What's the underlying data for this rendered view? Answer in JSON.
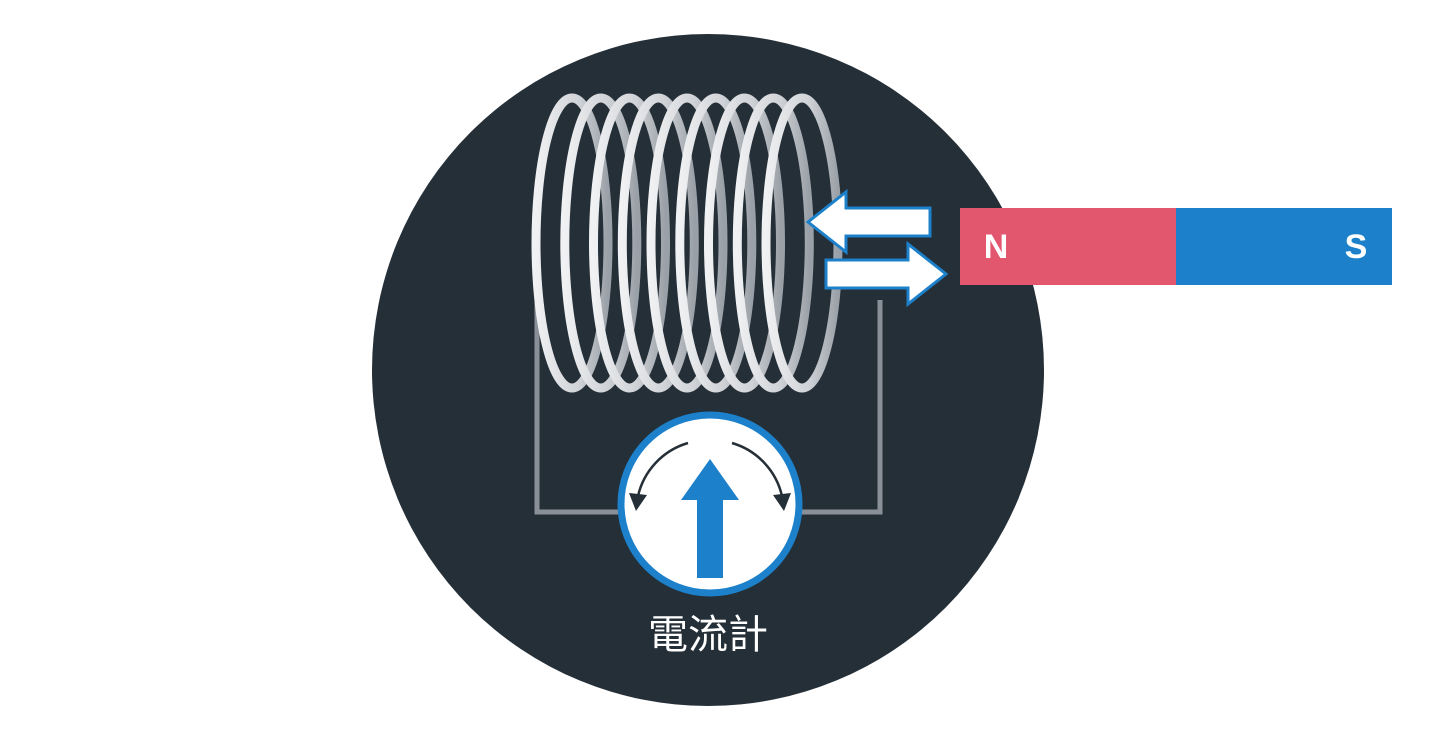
{
  "magnet": {
    "north_label": "N",
    "south_label": "S",
    "north_color": "#E2566E",
    "south_color": "#1C80CA"
  },
  "galvanometer": {
    "label": "電流計",
    "needle_color": "#1C80CA",
    "rim_color": "#1C80CA"
  },
  "arrows": [
    {
      "name": "arrow-toward-coil",
      "direction": "left"
    },
    {
      "name": "arrow-toward-magnet",
      "direction": "right"
    }
  ],
  "coil": {
    "turns": 9
  },
  "colors": {
    "background_circle": "#252F38",
    "coil": "#D4D6D9",
    "wire": "#8A9098",
    "label_text": "#FFFFFF"
  }
}
